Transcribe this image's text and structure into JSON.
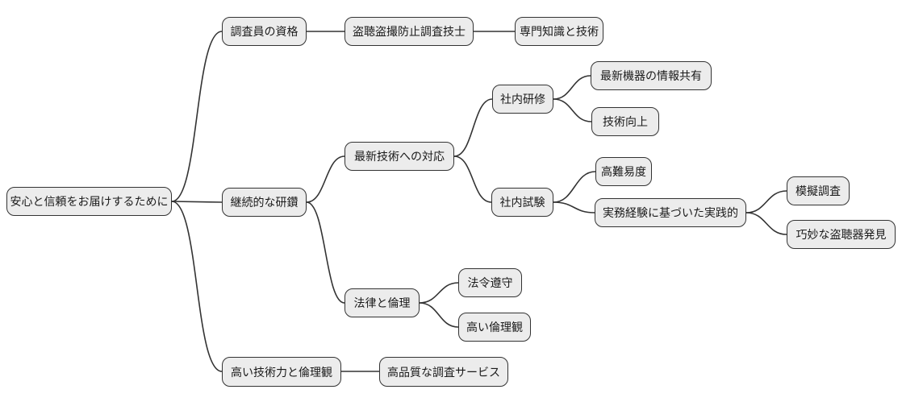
{
  "diagram": {
    "type": "mindmap",
    "colors": {
      "background": "#ffffff",
      "node_fill": "#ececec",
      "node_border": "#333333",
      "edge_stroke": "#333333",
      "text": "#1a1a1a"
    },
    "nodes": {
      "root": {
        "label": "安心と信頼をお届けするために"
      },
      "investigator_qualification": {
        "label": "調査員の資格"
      },
      "anti_tap_technician": {
        "label": "盗聴盗撮防止調査技士"
      },
      "expertise": {
        "label": "専門知識と技術"
      },
      "continuous_improvement": {
        "label": "継続的な研鑽"
      },
      "latest_tech": {
        "label": "最新技術への対応"
      },
      "internal_training": {
        "label": "社内研修"
      },
      "info_sharing": {
        "label": "最新機器の情報共有"
      },
      "skill_up": {
        "label": "技術向上"
      },
      "internal_exam": {
        "label": "社内試験"
      },
      "high_difficulty": {
        "label": "高難易度"
      },
      "practical": {
        "label": "実務経験に基づいた実践的"
      },
      "mock_investigation": {
        "label": "模擬調査"
      },
      "bug_detection": {
        "label": "巧妙な盗聴器発見"
      },
      "law_ethics": {
        "label": "法律と倫理"
      },
      "compliance": {
        "label": "法令遵守"
      },
      "high_ethics": {
        "label": "高い倫理観"
      },
      "tech_ethics": {
        "label": "高い技術力と倫理観"
      },
      "quality_service": {
        "label": "高品質な調査サービス"
      }
    },
    "edges": [
      {
        "from": "root",
        "to": "investigator_qualification"
      },
      {
        "from": "root",
        "to": "continuous_improvement"
      },
      {
        "from": "root",
        "to": "tech_ethics"
      },
      {
        "from": "investigator_qualification",
        "to": "anti_tap_technician"
      },
      {
        "from": "anti_tap_technician",
        "to": "expertise"
      },
      {
        "from": "continuous_improvement",
        "to": "latest_tech"
      },
      {
        "from": "continuous_improvement",
        "to": "law_ethics"
      },
      {
        "from": "latest_tech",
        "to": "internal_training"
      },
      {
        "from": "latest_tech",
        "to": "internal_exam"
      },
      {
        "from": "internal_training",
        "to": "info_sharing"
      },
      {
        "from": "internal_training",
        "to": "skill_up"
      },
      {
        "from": "internal_exam",
        "to": "high_difficulty"
      },
      {
        "from": "internal_exam",
        "to": "practical"
      },
      {
        "from": "practical",
        "to": "mock_investigation"
      },
      {
        "from": "practical",
        "to": "bug_detection"
      },
      {
        "from": "law_ethics",
        "to": "compliance"
      },
      {
        "from": "law_ethics",
        "to": "high_ethics"
      },
      {
        "from": "tech_ethics",
        "to": "quality_service"
      }
    ]
  }
}
